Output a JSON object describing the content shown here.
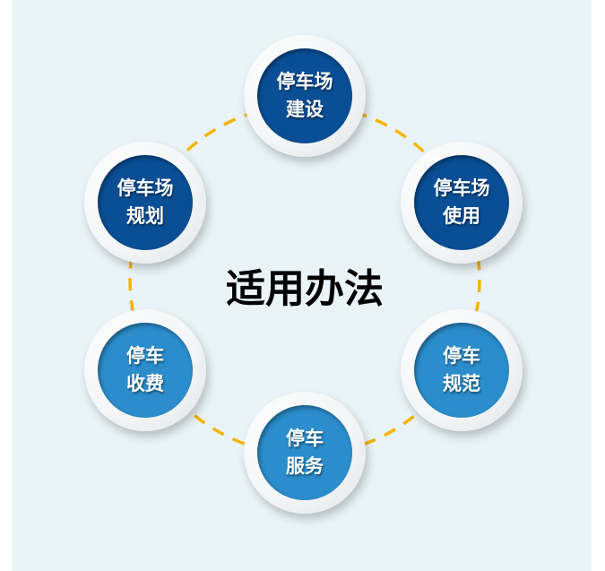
{
  "title": "适用办法",
  "colors": {
    "dark_blue": "#0a4f96",
    "light_blue": "#2b8dcb",
    "dash": "#f5b400",
    "background": "#eaf4f8"
  },
  "nodes": [
    {
      "line1": "停车场",
      "line2": "建设"
    },
    {
      "line1": "停车场",
      "line2": "使用"
    },
    {
      "line1": "停车",
      "line2": "规范"
    },
    {
      "line1": "停车",
      "line2": "服务"
    },
    {
      "line1": "停车",
      "line2": "收费"
    },
    {
      "line1": "停车场",
      "line2": "规划"
    }
  ]
}
